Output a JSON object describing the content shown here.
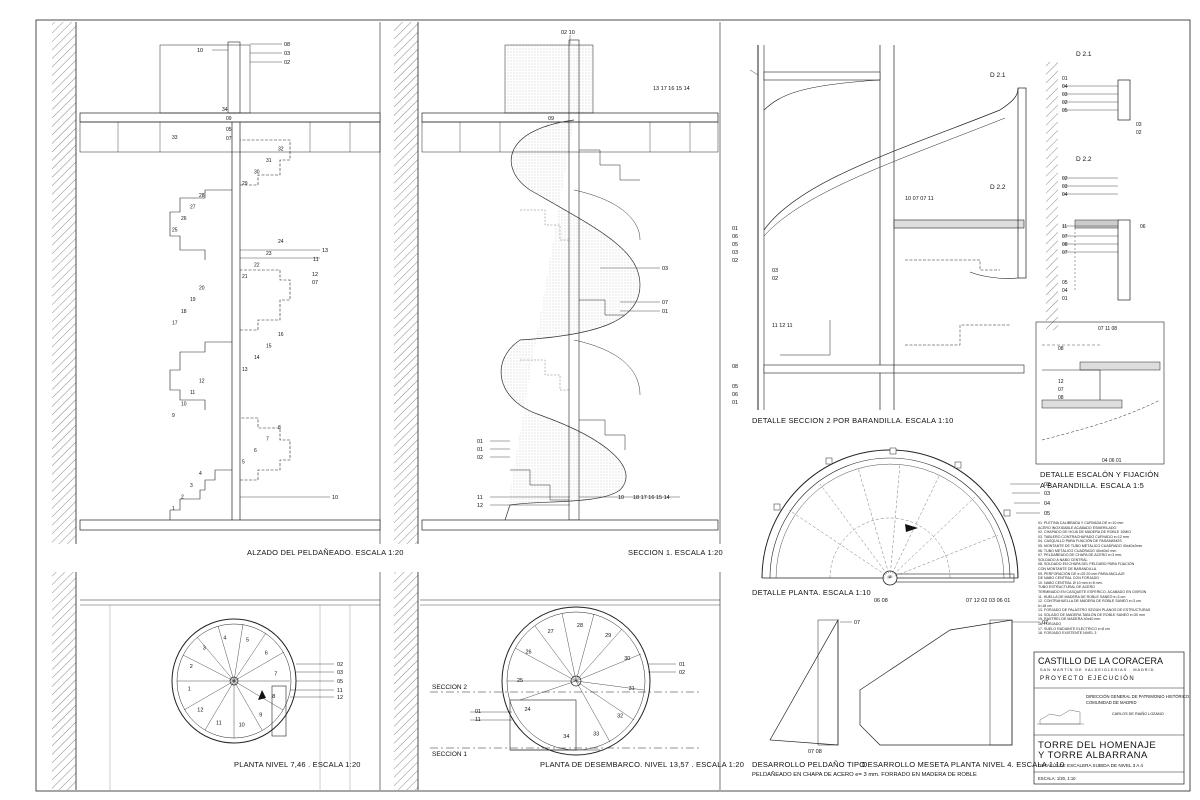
{
  "captions": {
    "alzado": "ALZADO DEL PELDAÑEADO. ESCALA 1:20",
    "seccion1": "SECCION 1. ESCALA 1:20",
    "detalle_seccion2": "DETALLE SECCION 2 POR BARANDILLA. ESCALA 1:10",
    "detalle_escalon_1": "DETALLE ESCALÓN Y FIJACIÓN",
    "detalle_escalon_2": "A BARANDILLA. ESCALA 1:5",
    "detalle_planta": "DETALLE PLANTA. ESCALA 1:10",
    "planta_nivel": "PLANTA NIVEL 7,46 . ESCALA 1:20",
    "planta_desembarco": "PLANTA DE DESEMBARCO. NIVEL 13,57 . ESCALA 1:20",
    "desarrollo_peldano": "DESARROLLO PELDAÑO TIPO",
    "desarrollo_meseta": "DESARROLLO MESETA PLANTA NIVEL 4. ESCALA 1:10",
    "peldaneado_note": "PELDAÑEADO EN CHAPA DE ACERO e= 3 mm. FORRADO EN MADERA DE ROBLE",
    "seccion2_label": "SECCION 2",
    "seccion1_label": "SECCION 1",
    "d21_a": "D 2.1",
    "d22_a": "D 2.2",
    "d21_b": "D 2.1",
    "d22_b": "D 2.2"
  },
  "notes": [
    "01. PLETINA CALIBRADA Y CURVADA DE e=10 mm",
    "    ACERO INOXIDABLE ACABADO ESMERILADO",
    "02. CHAPADO DE HOJA DE MADERA DE ROBLE 10MIO",
    "03. TABLERO CONTRACHAPADO CURVADO e=12 mm",
    "04. CASQUILLO PARA FIJACIÓN DE PASAMANOS",
    "05. MONTANTE DE TUBO METÁLICO CUADRADO 40x40x2mm",
    "06. TUBO METÁLICO CUADRADO 40x40x2 mm",
    "07. PELDAÑEADO DE CHAPA DE ACERO e=3 mm,",
    "    SOLDADO A NABO CENTRAL",
    "08. SOLDADO EN CHAPA DEL PELDAÑO PARA FIJACIÓN",
    "    CON MONTANTE DE BARANDILLA",
    "09. PERFORACIÓN DE e=25 20 mm PARA ANCLAJE",
    "    DE NABO CENTRAL CON FORJADO",
    "10. NABO CENTRAL Ø 10 mm e=5 mm.",
    "    TUBO ESTRUCTURAL DE ACERO",
    "    TERMINADO EN CASQUETE ESFÉRICO. ACABADO EN OXIRON",
    "11. HUELLA DE MADERA DE ROBLE SANEÓ e=3 cm",
    "12. CONTRAHUELLA DE MADERA DE ROBLE SANEÓ e=3 cm.",
    "    h=18 cm",
    "13. FORJADO DE PALASTRO SEGÚN PLANOS DE ESTRUCTURAS",
    "14. SOLADO DE MADERA TABLÓN DE ROBLE SANEÓ e=30 mm",
    "15. RASTREL DE MADERA 40x40 mm",
    "16. FORJADO",
    "17. SUELO RADIANTE ELÉCTRICO e=8 cm",
    "18. FORJADO EXISTENTE NIVEL 3"
  ],
  "titleblock": {
    "castle": "CASTILLO DE LA CORACERA",
    "location": "SAN MARTÍN DE VALDEIGLESIAS . MADRID",
    "phase": "PROYECTO EJECUCIÓN",
    "client_1": "DIRECCIÓN GENERAL DE PATRIMONIO HISTÓRICO",
    "client_2": "COMUNIDAD DE MADRID",
    "architect": "CARLOS DE RIAÑO LOZANO",
    "tower_1": "TORRE DEL HOMENAJE",
    "tower_2": "Y  TORRE  ALBARRANA",
    "subject": "DETALLE DE ESCALERA SUBIDA DE NIVEL 3 A 4",
    "scale": "ESCALA: 1/20, 1:10"
  },
  "alzado_steps": [
    "1",
    "2",
    "3",
    "4",
    "5",
    "6",
    "7",
    "8",
    "9",
    "10",
    "11",
    "12",
    "13",
    "14",
    "15",
    "16",
    "17",
    "18",
    "19",
    "20",
    "21",
    "22",
    "23",
    "24",
    "25",
    "26",
    "27",
    "28",
    "29",
    "30",
    "31",
    "32",
    "33"
  ],
  "plan_left_steps": [
    "1",
    "2",
    "3",
    "4",
    "5",
    "6",
    "7",
    "8",
    "9",
    "10",
    "11",
    "12"
  ],
  "plan_right_steps": [
    "24",
    "25",
    "26",
    "27",
    "28",
    "29",
    "30",
    "31",
    "32",
    "33",
    "34"
  ]
}
